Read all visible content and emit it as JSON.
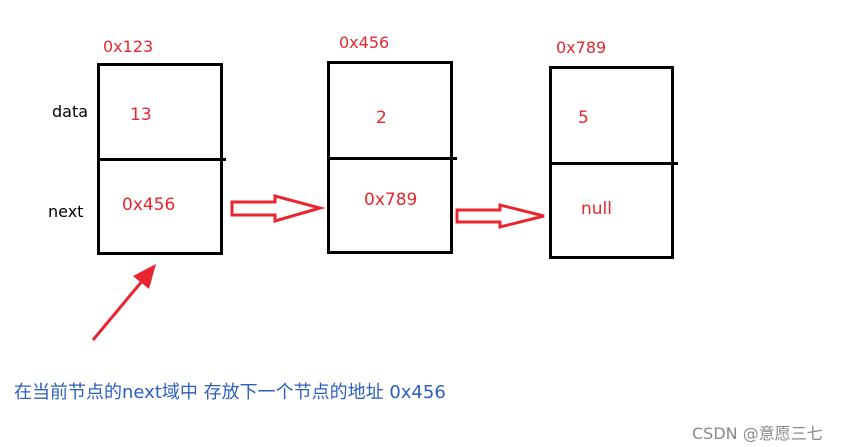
{
  "row_labels": {
    "data": "data",
    "next": "next"
  },
  "nodes": [
    {
      "address": "0x123",
      "data": "13",
      "next": "0x456"
    },
    {
      "address": "0x456",
      "data": "2",
      "next": "0x789"
    },
    {
      "address": "0x789",
      "data": "5",
      "next": "null"
    }
  ],
  "caption": "在当前节点的next域中 存放下一个节点的地址 0x456",
  "watermark": "CSDN @意愿三七",
  "colors": {
    "text_red": "#e8262f",
    "arrow_red": "#e8262f",
    "box_black": "#000000",
    "caption_blue": "#2d5fbf",
    "watermark_gray": "#888888"
  }
}
